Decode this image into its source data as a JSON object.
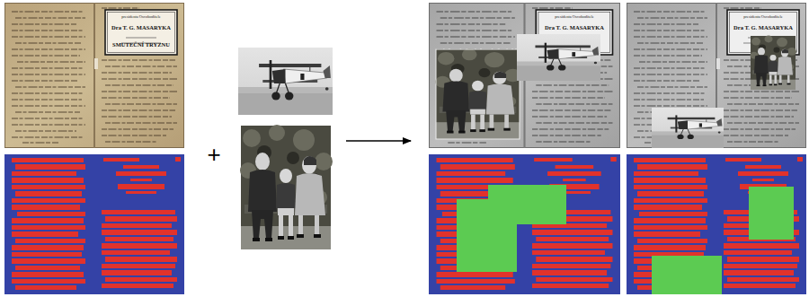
{
  "diagram": {
    "labels": [
      "+",
      "presidenta Osvoboditele",
      "Dra T. G. MASARYKA",
      "SMUTEČNÍ TRYZNU",
      "presidenta Osvoboditele",
      "Dra T. G. MASARYKA",
      "presidenta Osvoboditele",
      "Dra T. G. MASARYKA"
    ]
  }
}
